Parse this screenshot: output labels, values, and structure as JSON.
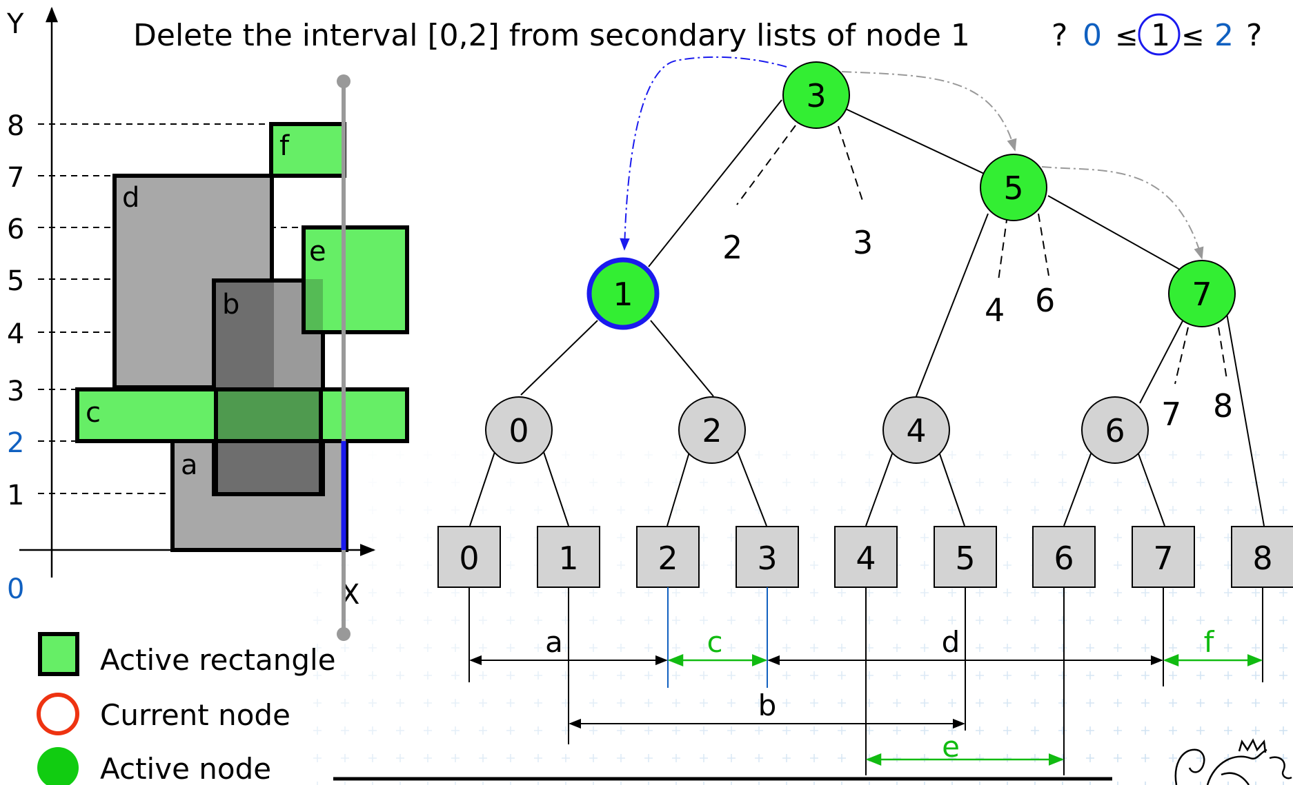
{
  "title": {
    "text": "Delete the interval [0,2] from secondary lists of node 1",
    "query_open": "?",
    "query_low": "0",
    "query_le1": "≤",
    "query_node": "1",
    "query_le2": "≤",
    "query_high": "2",
    "query_close": "?"
  },
  "axes": {
    "y_label": "Y",
    "x_label": "X",
    "origin_label": "0",
    "y_ticks": [
      "8",
      "7",
      "6",
      "5",
      "4",
      "3",
      "2",
      "1"
    ]
  },
  "rectangles": [
    {
      "label": "d",
      "x": [
        1,
        3
      ],
      "y": [
        3,
        7
      ],
      "active": false
    },
    {
      "label": "a",
      "x": [
        2,
        4
      ],
      "y": [
        0,
        2
      ],
      "active": false
    },
    {
      "label": "b",
      "x": [
        1.5,
        3.5
      ],
      "y": [
        1,
        5
      ],
      "active": false
    },
    {
      "label": "f",
      "x": [
        2,
        2.3
      ],
      "y": [
        7,
        8
      ],
      "active": true
    },
    {
      "label": "e",
      "x": [
        2.6,
        4.5
      ],
      "y": [
        4,
        6
      ],
      "active": true
    },
    {
      "label": "c",
      "x": [
        0,
        4.5
      ],
      "y": [
        2,
        3
      ],
      "active": true
    }
  ],
  "legend": [
    {
      "label": "Active rectangle"
    },
    {
      "label": "Current node"
    },
    {
      "label": "Active node"
    }
  ],
  "tree": {
    "root": "3",
    "level2": [
      "1",
      "5",
      "7"
    ],
    "inner_nodes": [
      "0",
      "2",
      "4",
      "6"
    ],
    "leaves": [
      "0",
      "1",
      "2",
      "3",
      "4",
      "5",
      "6",
      "7",
      "8"
    ],
    "current_node": "1",
    "active_nodes": [
      "3",
      "5",
      "1",
      "7"
    ],
    "secondary_labels": [
      "2",
      "3",
      "4",
      "6",
      "7",
      "8"
    ]
  },
  "intervals": [
    {
      "label": "a",
      "from": 0,
      "to": 2,
      "active": false
    },
    {
      "label": "c",
      "from": 2,
      "to": 3,
      "active": true
    },
    {
      "label": "d",
      "from": 3,
      "to": 7,
      "active": false
    },
    {
      "label": "f",
      "from": 7,
      "to": 8,
      "active": true
    },
    {
      "label": "b",
      "from": 1,
      "to": 5,
      "active": false
    },
    {
      "label": "e",
      "from": 4,
      "to": 6,
      "active": true
    }
  ],
  "colors": {
    "active_green": "#66ee66",
    "node_green": "#33ee33",
    "current_blue": "#1a1aee",
    "current_legend_red": "#ee3311",
    "inactive_gray": "#d3d3d3",
    "rect_gray": "#a8a8a8",
    "text_blue": "#1060c0",
    "interval_green": "#11bb11"
  }
}
